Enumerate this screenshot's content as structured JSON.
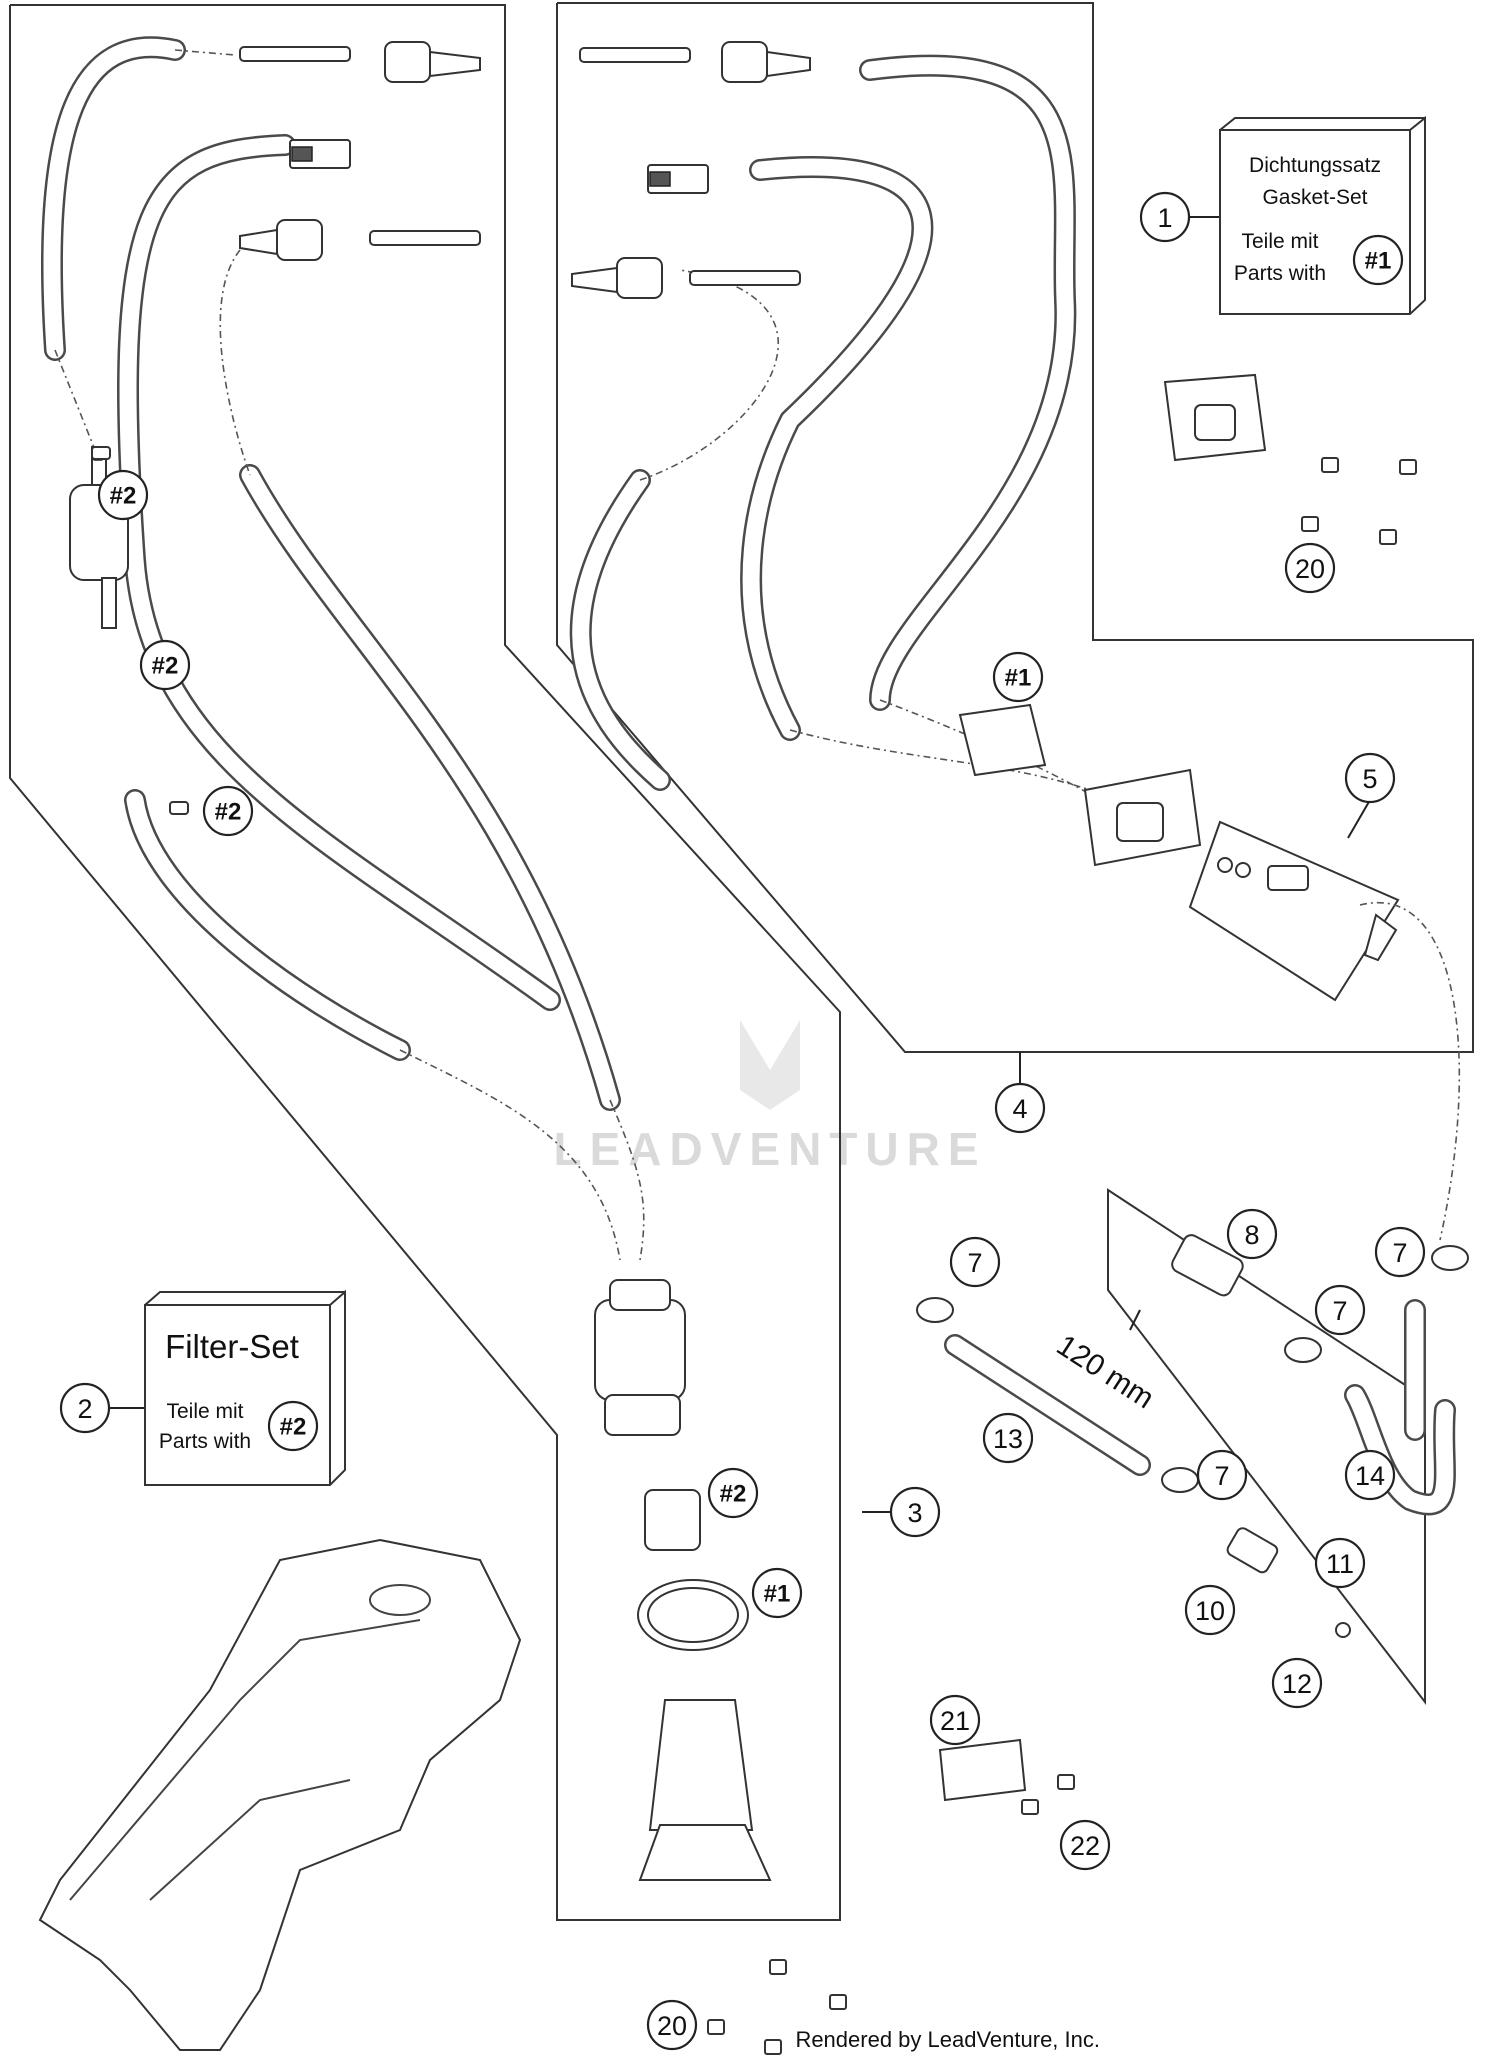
{
  "diagram": {
    "callouts": [
      {
        "id": "c1",
        "label": "1"
      },
      {
        "id": "c2",
        "label": "2"
      },
      {
        "id": "c3",
        "label": "3"
      },
      {
        "id": "c4",
        "label": "4"
      },
      {
        "id": "c5",
        "label": "5"
      },
      {
        "id": "c7a",
        "label": "7"
      },
      {
        "id": "c7b",
        "label": "7"
      },
      {
        "id": "c7c",
        "label": "7"
      },
      {
        "id": "c7d",
        "label": "7"
      },
      {
        "id": "c8",
        "label": "8"
      },
      {
        "id": "c10",
        "label": "10"
      },
      {
        "id": "c11",
        "label": "11"
      },
      {
        "id": "c12",
        "label": "12"
      },
      {
        "id": "c13",
        "label": "13"
      },
      {
        "id": "c14",
        "label": "14"
      },
      {
        "id": "c20a",
        "label": "20"
      },
      {
        "id": "c20b",
        "label": "20"
      },
      {
        "id": "c21",
        "label": "21"
      },
      {
        "id": "c22",
        "label": "22"
      },
      {
        "id": "r2a",
        "label": "#2"
      },
      {
        "id": "r2b",
        "label": "#2"
      },
      {
        "id": "r2c",
        "label": "#2"
      },
      {
        "id": "r2d",
        "label": "#2"
      },
      {
        "id": "r2e",
        "label": "#2"
      },
      {
        "id": "r1a",
        "label": "#1"
      },
      {
        "id": "r1b",
        "label": "#1"
      },
      {
        "id": "r1c",
        "label": "#1"
      }
    ],
    "gasket_box": {
      "line1": "Dichtungssatz",
      "line2": "Gasket-Set",
      "line3": "Teile mit",
      "line4": "Parts with"
    },
    "filter_box": {
      "title": "Filter-Set",
      "line1": "Teile mit",
      "line2": "Parts with"
    },
    "hose_length": "120 mm",
    "watermark": "LEADVENTURE",
    "footer": "Rendered by LeadVenture, Inc."
  }
}
